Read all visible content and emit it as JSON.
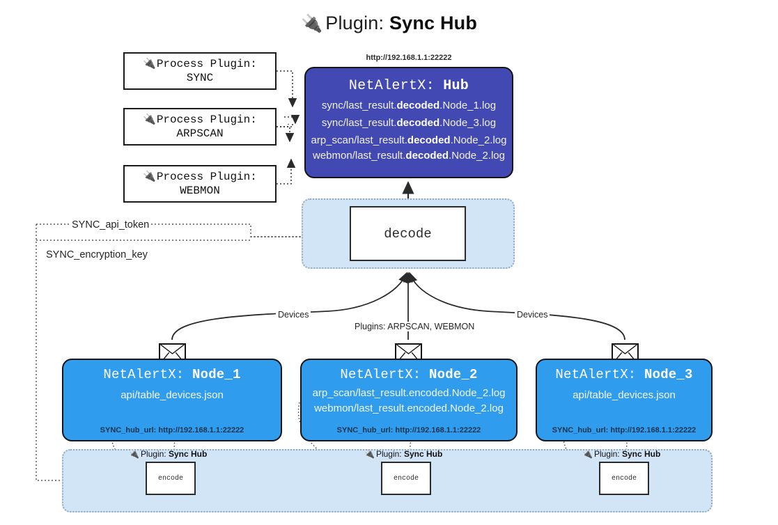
{
  "title": {
    "icon": "plug-icon",
    "lead": "Plugin:",
    "name": "Sync Hub"
  },
  "process_plugins": [
    {
      "icon": "plug-icon",
      "line1": "Process Plugin:",
      "line2": "SYNC"
    },
    {
      "icon": "plug-icon",
      "line1": "Process Plugin:",
      "line2": "ARPSCAN"
    },
    {
      "icon": "plug-icon",
      "line1": "Process Plugin:",
      "line2": "WEBMON"
    }
  ],
  "hub": {
    "url": "http://192.168.1.1:22222",
    "title_prefix": "NetAlertX: ",
    "title_name": "Hub",
    "logs": [
      {
        "pre": "sync/last_result.",
        "mid": "decoded",
        "post": ".Node_1.log"
      },
      {
        "pre": "sync/last_result.",
        "mid": "decoded",
        "post": ".Node_3.log"
      },
      {
        "pre": "arp_scan/last_result.",
        "mid": "decoded",
        "post": ".Node_2.log"
      },
      {
        "pre": "webmon/last_result.",
        "mid": "decoded",
        "post": ".Node_2.log"
      }
    ]
  },
  "decode": {
    "label": "decode"
  },
  "settings_labels": {
    "api_token": "SYNC_api_token",
    "encryption_key": "SYNC_encryption_key"
  },
  "edge_labels": {
    "devices_left": "Devices",
    "devices_right": "Devices",
    "plugins_middle": "Plugins: ARPSCAN, WEBMON"
  },
  "nodes": [
    {
      "title_prefix": "NetAlertX: ",
      "title_name": "Node_1",
      "lines": [
        "api/table_devices.json"
      ],
      "hub_url": "SYNC_hub_url: http://192.168.1.1:22222",
      "envelope_icon": "envelope-icon"
    },
    {
      "title_prefix": "NetAlertX: ",
      "title_name": "Node_2",
      "lines": [
        "arp_scan/last_result.encoded.Node_2.log",
        "webmon/last_result.encoded.Node_2.log"
      ],
      "hub_url": "SYNC_hub_url: http://192.168.1.1:22222",
      "envelope_icon": "envelope-icon"
    },
    {
      "title_prefix": "NetAlertX: ",
      "title_name": "Node_3",
      "lines": [
        "api/table_devices.json"
      ],
      "hub_url": "SYNC_hub_url: http://192.168.1.1:22222",
      "envelope_icon": "envelope-icon"
    }
  ],
  "encoders": [
    {
      "plugin_label_lead": "Plugin:",
      "plugin_label_name": "Sync Hub",
      "box_label": "encode",
      "icon": "plug-icon"
    },
    {
      "plugin_label_lead": "Plugin:",
      "plugin_label_name": "Sync Hub",
      "box_label": "encode",
      "icon": "plug-icon"
    },
    {
      "plugin_label_lead": "Plugin:",
      "plugin_label_name": "Sync Hub",
      "box_label": "encode",
      "icon": "plug-icon"
    }
  ],
  "colors": {
    "hub": "#4249b3",
    "node": "#2f9ced",
    "container": "#d2e5f7",
    "stroke": "#141414"
  }
}
